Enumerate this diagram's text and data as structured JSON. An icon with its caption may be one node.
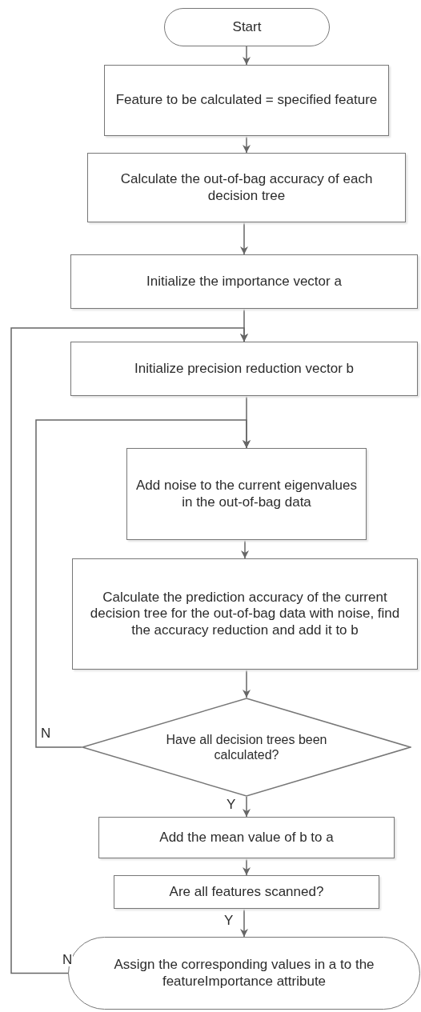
{
  "diagram": {
    "nodes": [
      {
        "text": [
          "Start"
        ]
      },
      {
        "text": [
          "Feature to be calculated = specified feature"
        ]
      },
      {
        "text": [
          "Calculate the out-of-bag accuracy of each decision tree"
        ]
      },
      {
        "text": [
          "Initialize the importance vector a"
        ]
      },
      {
        "text": [
          "Initialize precision reduction vector b"
        ]
      },
      {
        "text": [
          "Add noise to the current eigenvalues in the out-of-bag data"
        ]
      },
      {
        "text": [
          "Calculate the prediction accuracy of the current decision tree for the out-of-bag data with noise, find the accuracy reduction and add it to b"
        ]
      },
      {
        "text": [
          "Have all decision trees been calculated?"
        ]
      },
      {
        "text": [
          "Add the mean value of b to a"
        ]
      },
      {
        "text": [
          "Are all features scanned?"
        ]
      },
      {
        "text": [
          "Assign the corresponding values in a to the featureImportance attribute"
        ]
      }
    ],
    "edges": [
      {
        "from": 0,
        "to": 1,
        "arrow": "to"
      },
      {
        "from": 1,
        "to": 2,
        "arrow": "to"
      },
      {
        "from": 2,
        "to": 3,
        "arrow": "to"
      },
      {
        "from": 3,
        "to": 4,
        "arrow": "to"
      },
      {
        "from": 4,
        "to": 5,
        "arrow": "to"
      },
      {
        "from": 5,
        "to": 6,
        "arrow": "to"
      },
      {
        "from": 6,
        "to": 7,
        "arrow": "to"
      },
      {
        "from": 7,
        "to": 8,
        "arrow": "to",
        "label": "Y"
      },
      {
        "from": 8,
        "to": 9,
        "arrow": "to"
      },
      {
        "from": 9,
        "to": 10,
        "arrow": "to",
        "label": "Y"
      },
      {
        "from": 7,
        "to": 5,
        "arrow": "to",
        "label": "N"
      },
      {
        "from": 10,
        "to": 4,
        "arrow": "to",
        "label": "N"
      }
    ]
  }
}
